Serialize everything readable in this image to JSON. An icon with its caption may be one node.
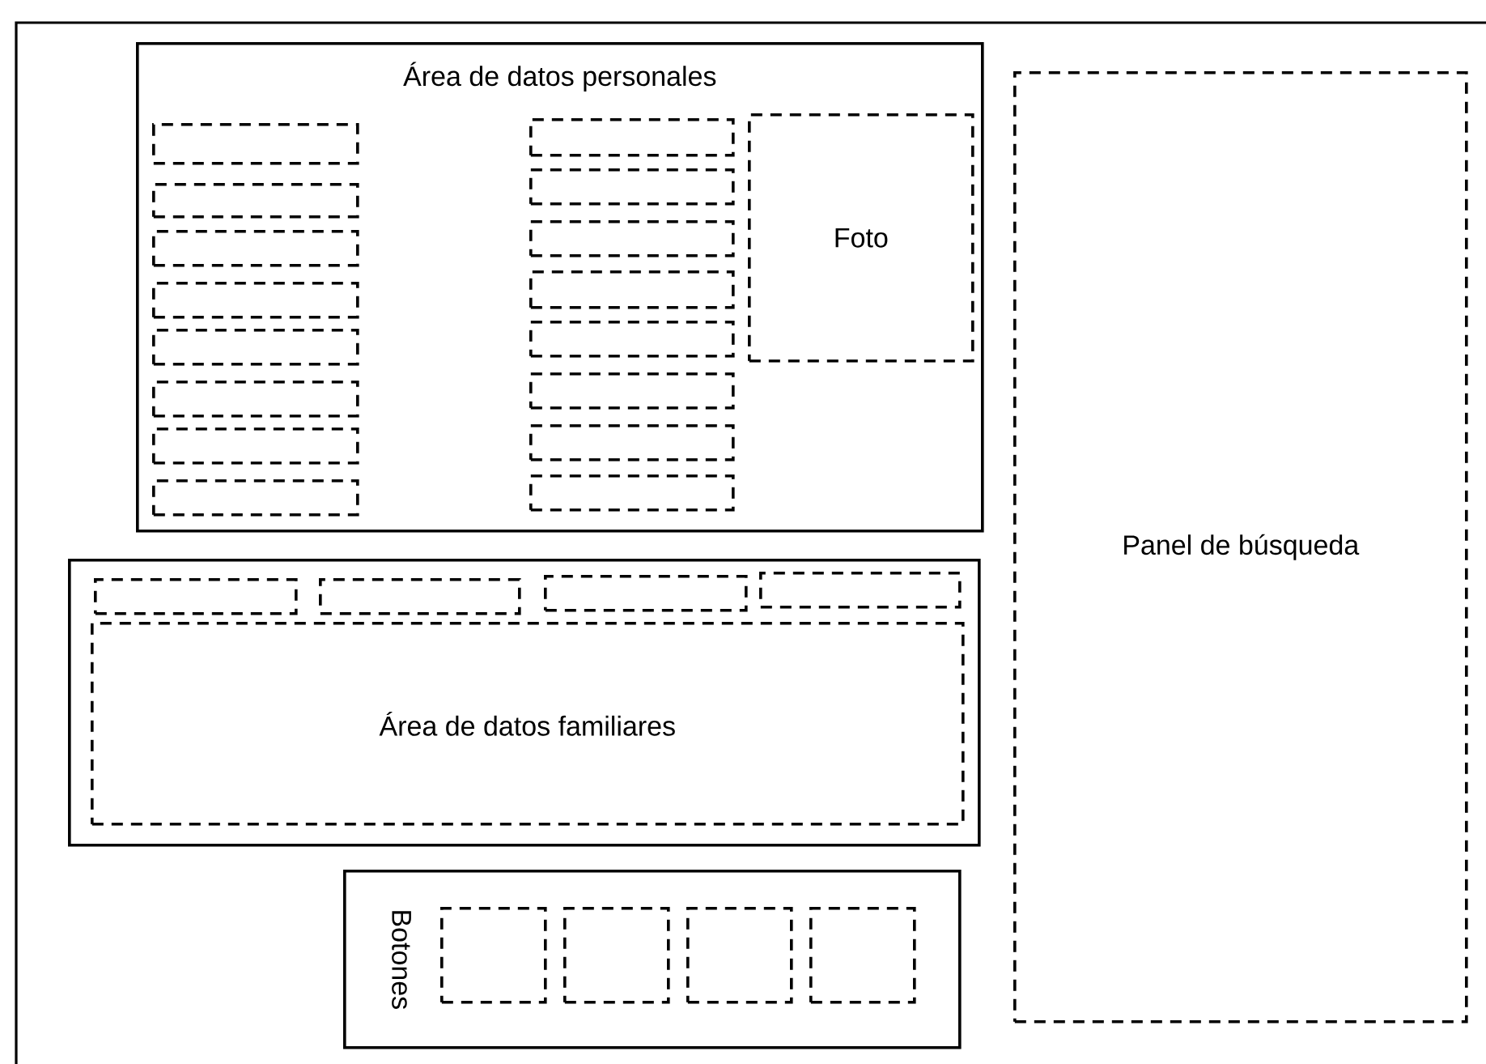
{
  "diagram": {
    "nodes": [
      {
        "text": [
          "Área de datos personales"
        ]
      },
      {
        "text": [],
        "shape": "box",
        "in": 0
      },
      {
        "text": [],
        "shape": "box",
        "in": 0
      },
      {
        "text": [],
        "shape": "box",
        "in": 0
      },
      {
        "text": [],
        "shape": "box",
        "in": 0
      },
      {
        "text": [],
        "shape": "box",
        "in": 0
      },
      {
        "text": [],
        "shape": "box",
        "in": 0
      },
      {
        "text": [],
        "shape": "box",
        "in": 0
      },
      {
        "text": [],
        "shape": "box",
        "in": 0
      },
      {
        "text": [],
        "shape": "box",
        "in": 0
      },
      {
        "text": [],
        "shape": "box",
        "in": 0
      },
      {
        "text": [],
        "shape": "box",
        "in": 0
      },
      {
        "text": [],
        "shape": "box",
        "in": 0
      },
      {
        "text": [],
        "shape": "box",
        "in": 0
      },
      {
        "text": [],
        "shape": "box",
        "in": 0
      },
      {
        "text": [],
        "shape": "box",
        "in": 0
      },
      {
        "text": [],
        "shape": "box",
        "in": 0
      },
      {
        "text": [
          "Foto"
        ],
        "in": 0
      },
      {
        "text": [
          "Panel de búsqueda"
        ]
      },
      {
        "text": [],
        "shape": "box"
      },
      {
        "text": [],
        "shape": "box",
        "in": 19
      },
      {
        "text": [],
        "shape": "box",
        "in": 19
      },
      {
        "text": [],
        "shape": "box",
        "in": 19
      },
      {
        "text": [],
        "shape": "box",
        "in": 19
      },
      {
        "text": [
          "Área de datos familiares"
        ],
        "in": 19
      },
      {
        "text": [
          "Botones"
        ]
      },
      {
        "text": [],
        "shape": "box",
        "in": 25
      },
      {
        "text": [],
        "shape": "box",
        "in": 25
      },
      {
        "text": [],
        "shape": "box",
        "in": 25
      },
      {
        "text": [],
        "shape": "box",
        "in": 25
      }
    ]
  }
}
